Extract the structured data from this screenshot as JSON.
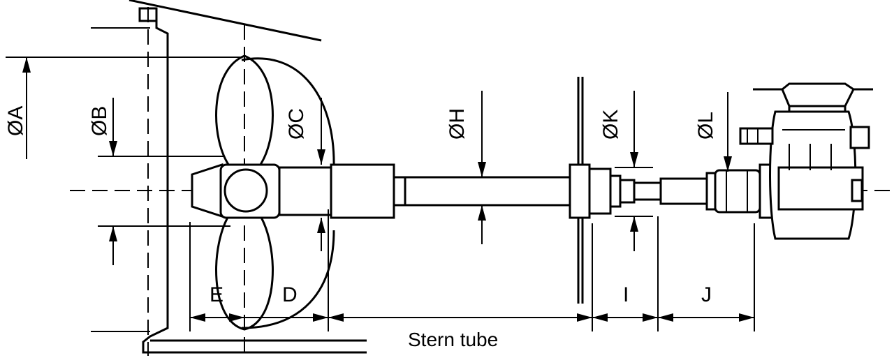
{
  "labels": {
    "dia_a": "ØA",
    "dia_b": "ØB",
    "dia_c": "ØC",
    "dia_h": "ØH",
    "dia_k": "ØK",
    "dia_l": "ØL",
    "len_e": "E",
    "len_d": "D",
    "len_i": "I",
    "len_j": "J",
    "stern_tube": "Stern tube"
  },
  "colors": {
    "ink": "#000000",
    "paper": "#ffffff"
  }
}
